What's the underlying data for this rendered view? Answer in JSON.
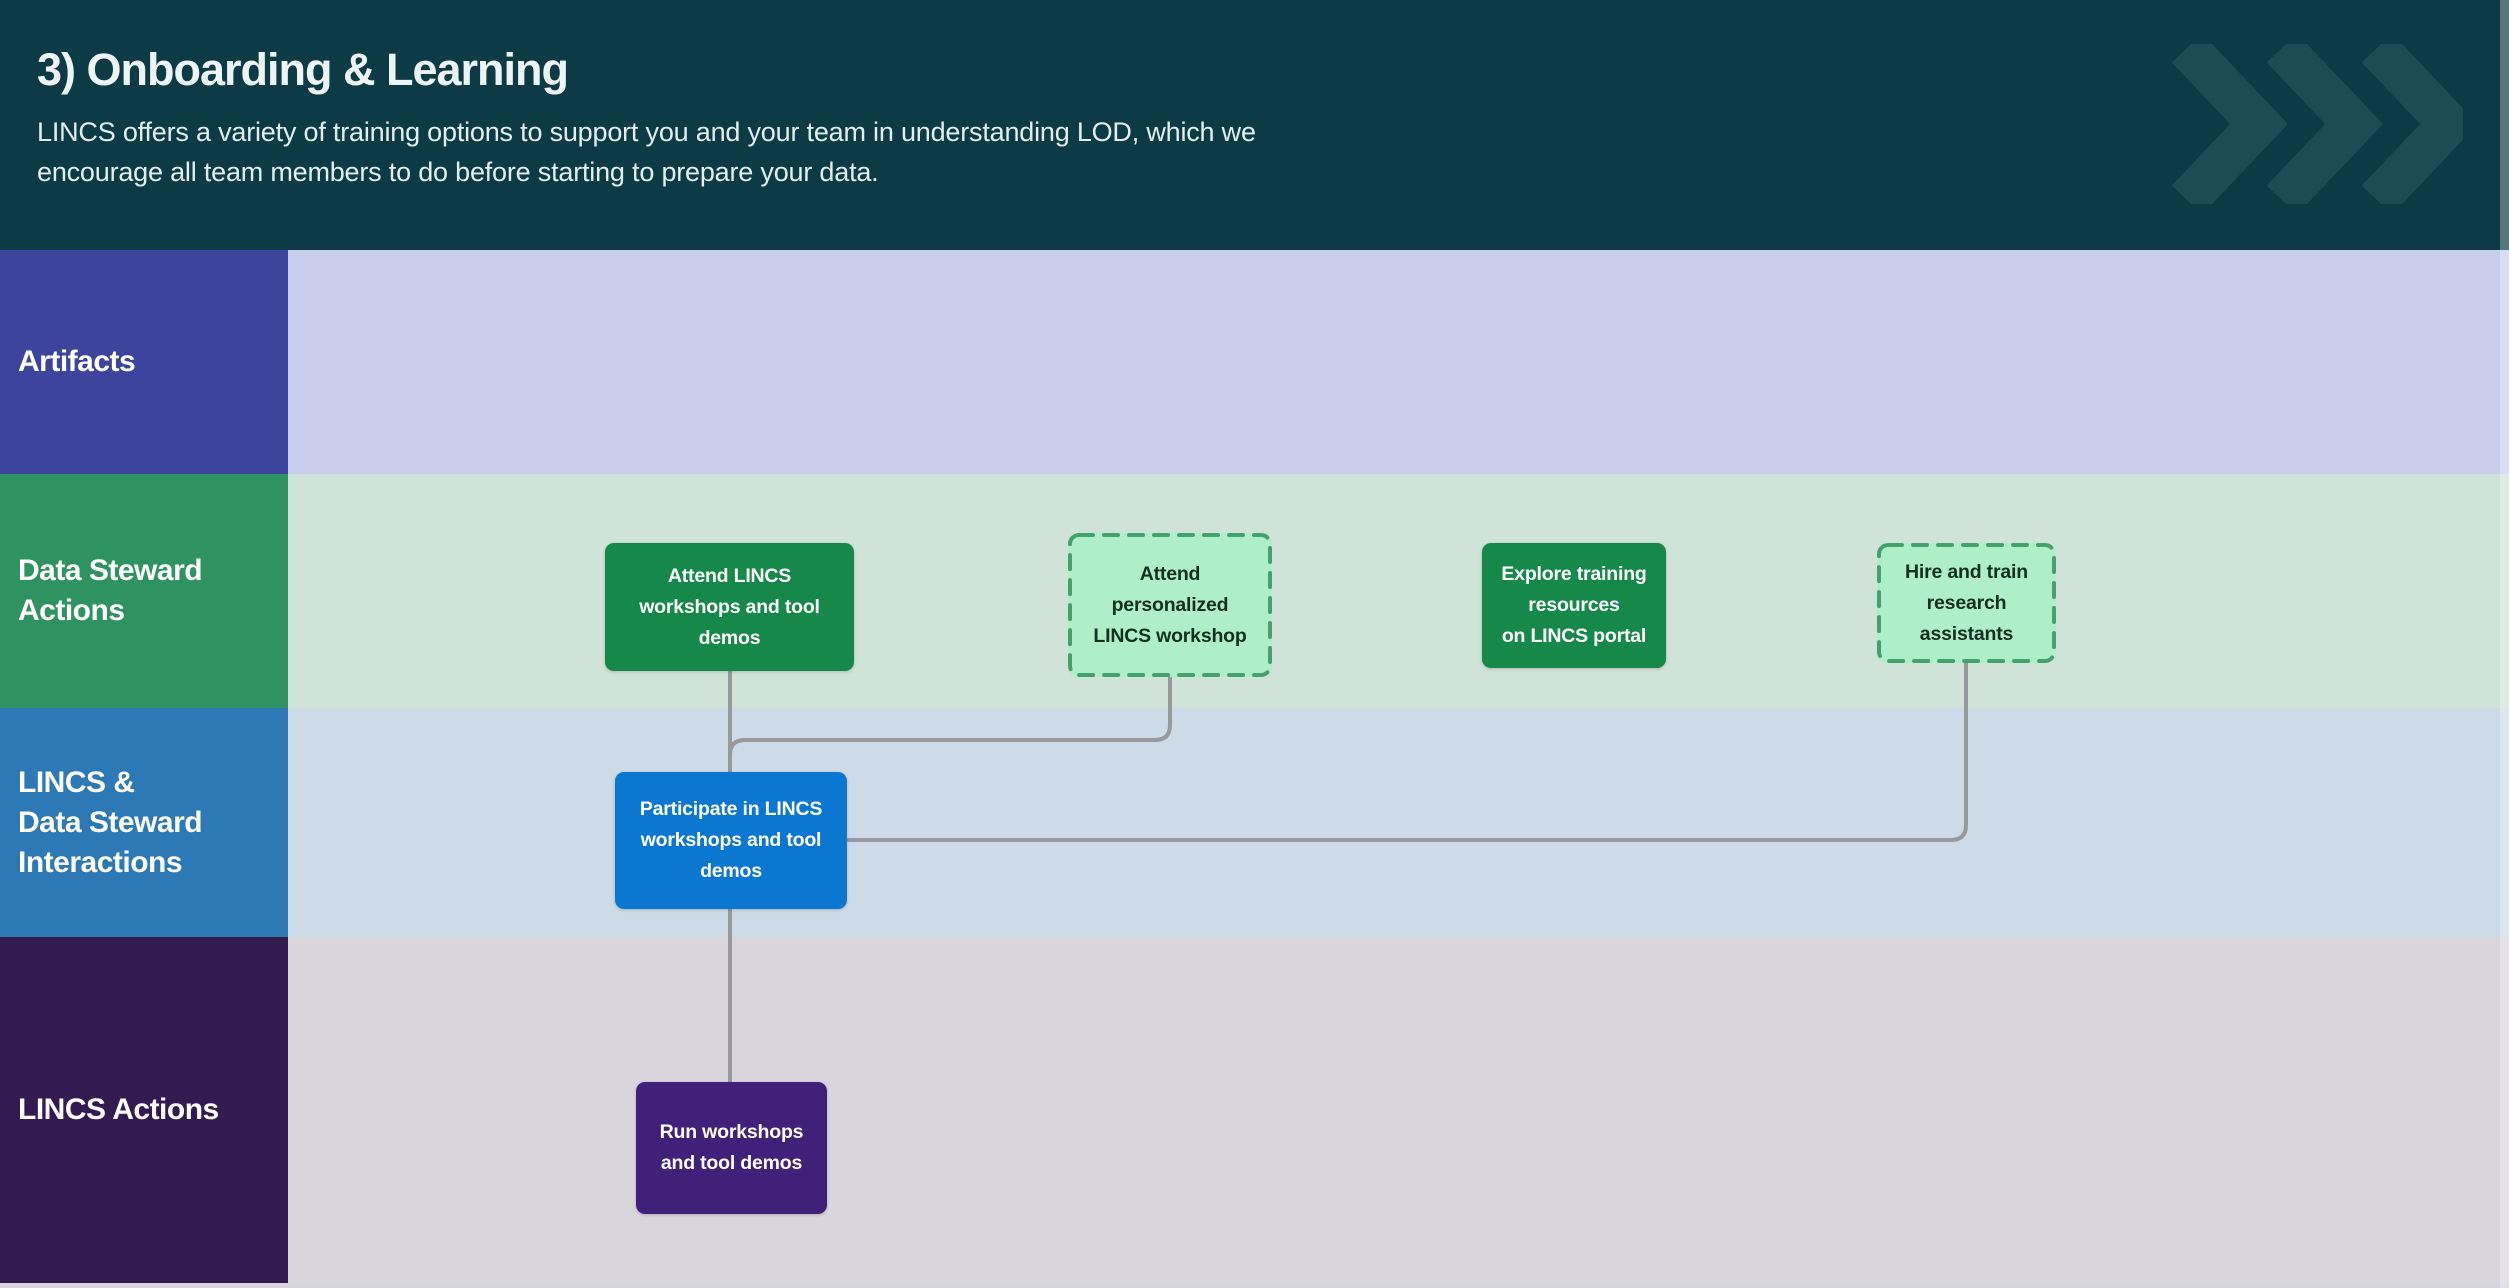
{
  "header": {
    "title": "3) Onboarding & Learning",
    "subtitle": "LINCS offers a variety of training options to support you and your team in understanding LOD, which we\nencourage all team members to do before starting to prepare your data.",
    "decoration": "triple-chevron-right"
  },
  "lanes": [
    {
      "label": "Artifacts"
    },
    {
      "label": "Data Steward\nActions"
    },
    {
      "label": "LINCS &\nData Steward\nInteractions"
    },
    {
      "label": "LINCS Actions"
    }
  ],
  "boxes": [
    {
      "text": "Attend LINCS\nworkshops and tool\ndemos",
      "style": "solid-green",
      "lane": "Data Steward Actions"
    },
    {
      "text": "Attend\npersonalized\nLINCS workshop",
      "style": "dashed-green",
      "lane": "Data Steward Actions"
    },
    {
      "text": "Explore training\nresources\non LINCS portal",
      "style": "solid-green",
      "lane": "Data Steward Actions"
    },
    {
      "text": "Hire and train\nresearch\nassistants",
      "style": "dashed-green",
      "lane": "Data Steward Actions"
    },
    {
      "text": "Participate in LINCS\nworkshops and tool\ndemos",
      "style": "blue",
      "lane": "LINCS & Data Steward Interactions"
    },
    {
      "text": "Run workshops\nand tool demos",
      "style": "purple",
      "lane": "LINCS Actions"
    }
  ],
  "colors": {
    "header_bg": "#0d3b45",
    "chevron": "#1e4c55",
    "artifacts_sidebar": "#3c449b",
    "artifacts_lane": "#c9cdec",
    "steward_sidebar": "#2f9261",
    "steward_lane": "#cfe3d8",
    "interactions_sidebar": "#2d79b5",
    "interactions_lane": "#ccdbe7",
    "lincs_sidebar": "#331b51",
    "lincs_lane": "#d8d5dd",
    "solid_box": "#15884a",
    "dashed_box_fill": "#aeefca",
    "dashed_box_border": "#43a26c",
    "blue_box": "#0b77d1",
    "purple_box": "#41207a",
    "connector": "#98999b"
  }
}
